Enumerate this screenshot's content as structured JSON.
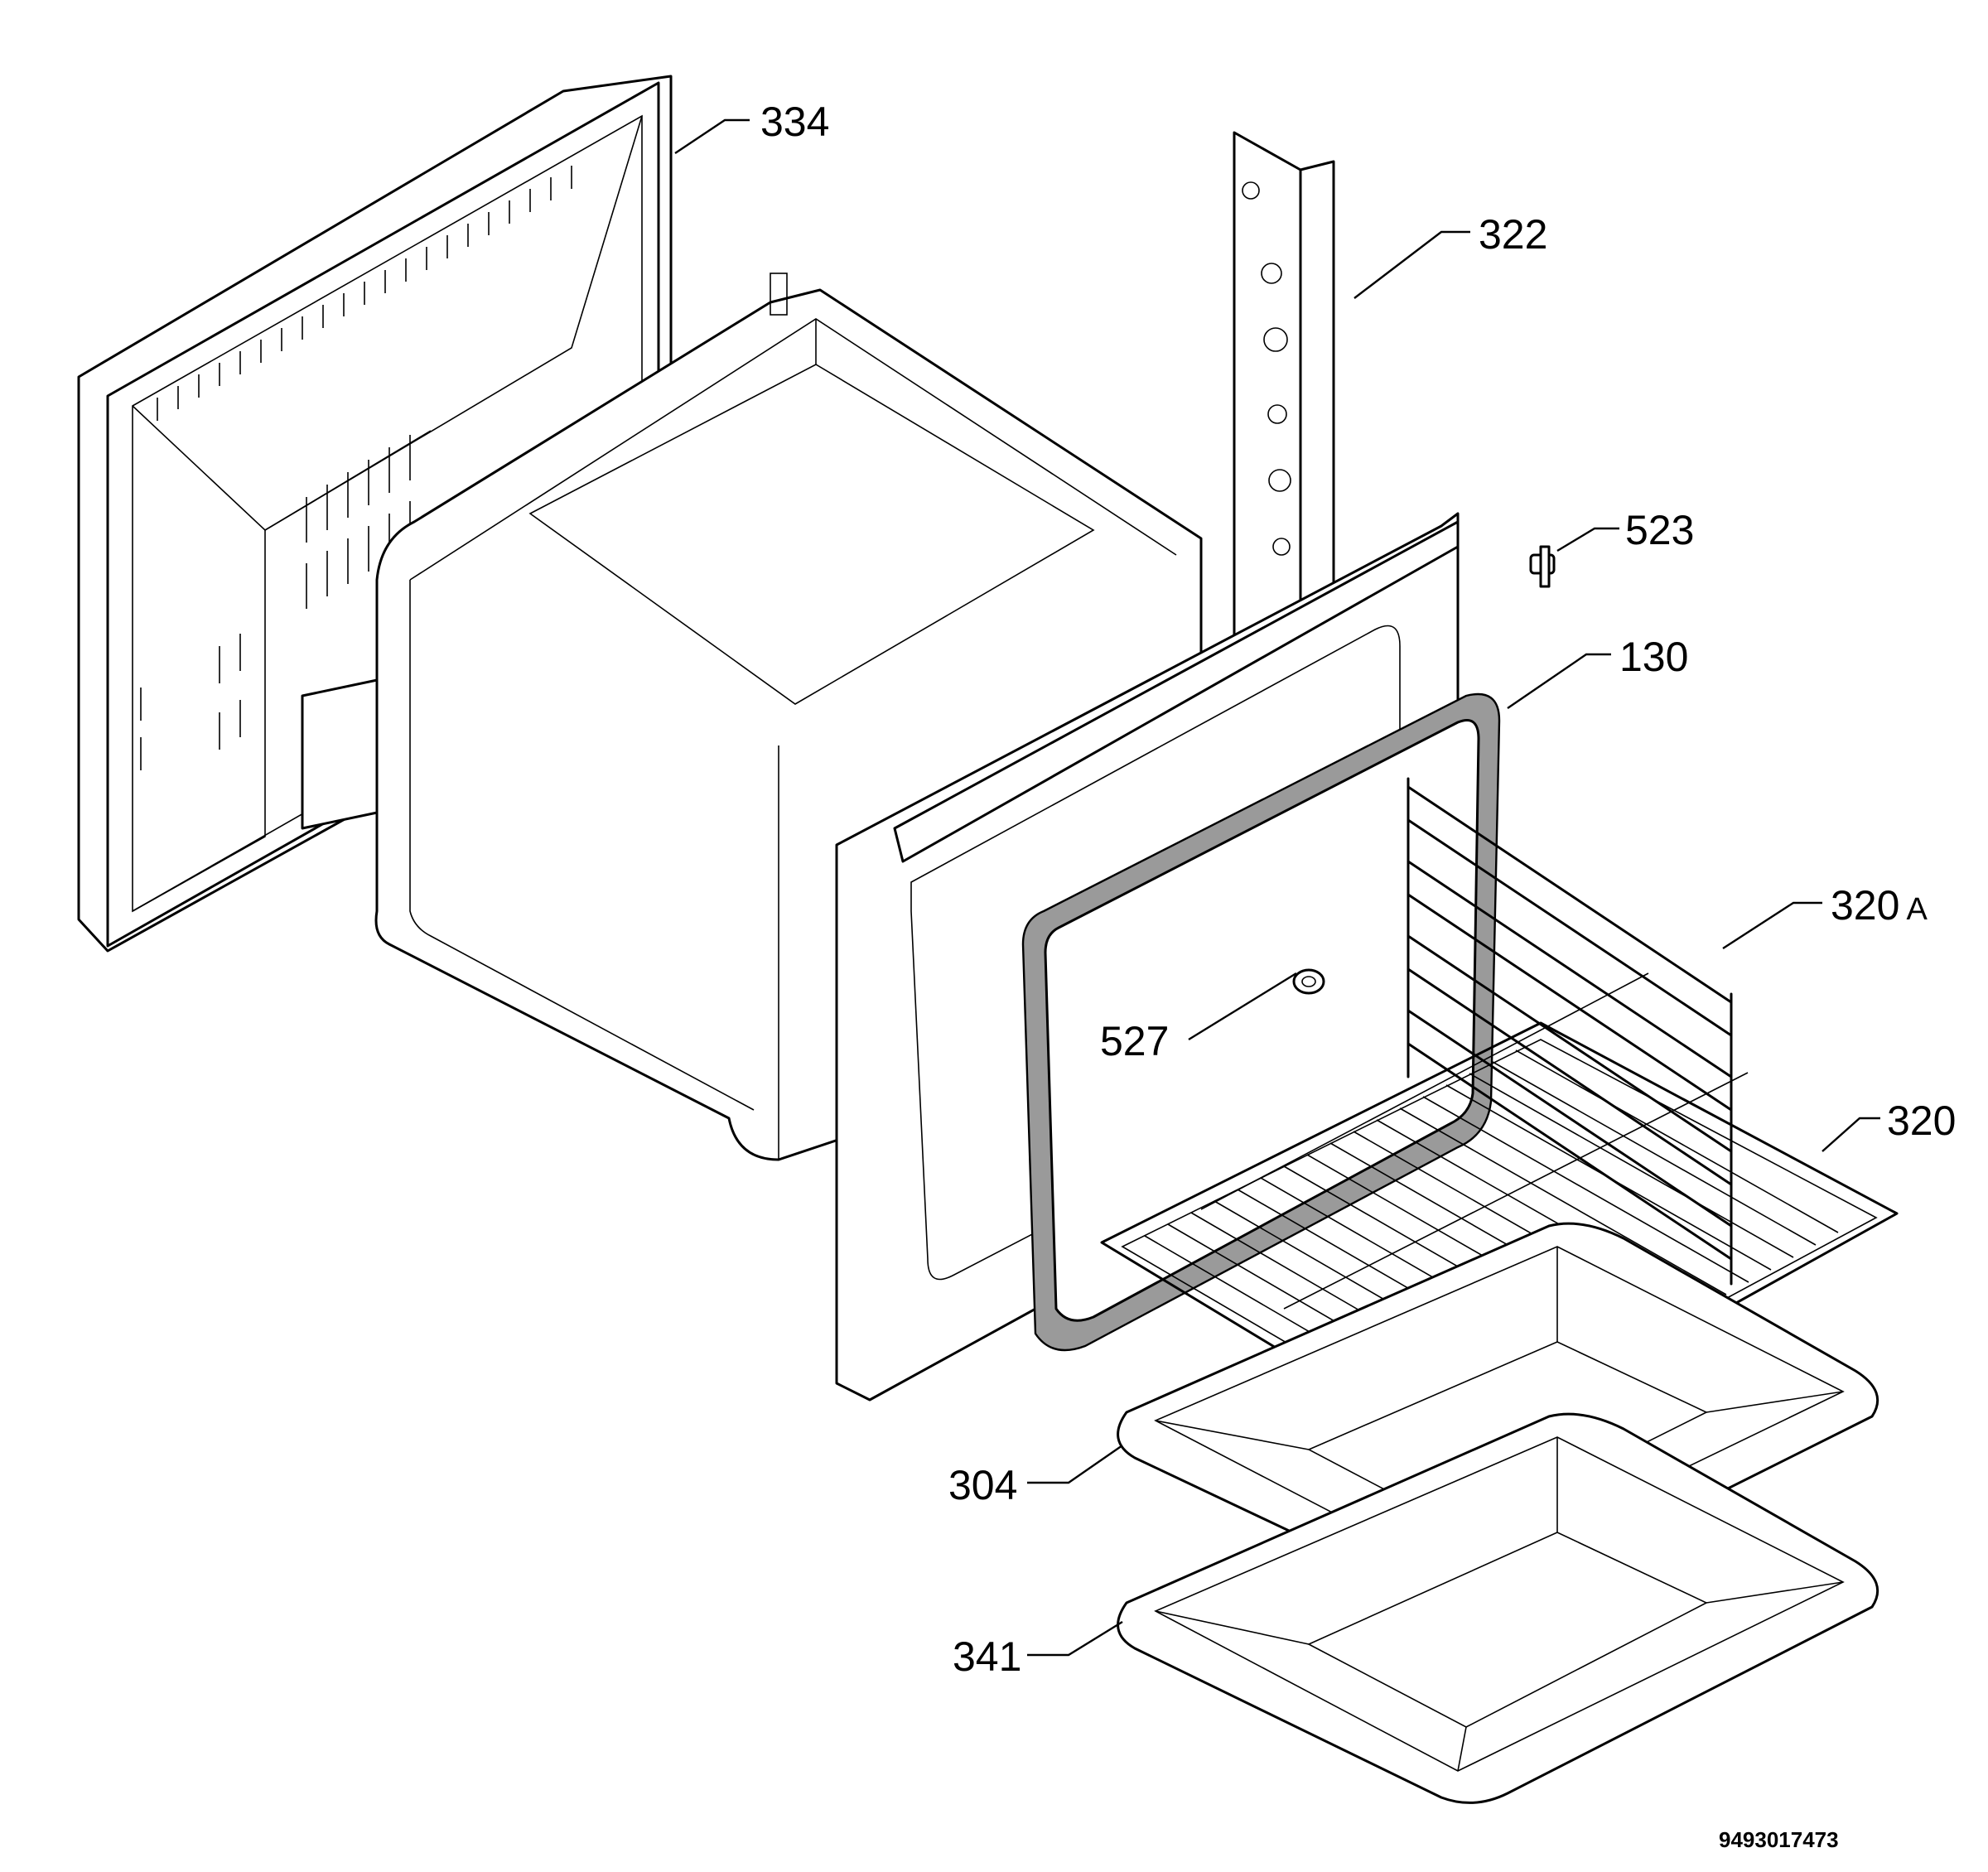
{
  "diagram": {
    "labels": {
      "back_panel": "334",
      "side_rail": "322",
      "screw": "523",
      "door_seal": "130",
      "shelf_support": "320",
      "shelf_support_suffix": "A",
      "wire_shelf": "320",
      "lamp_holder": "527",
      "baking_tray": "304",
      "drip_pan": "341"
    },
    "drawing_code": "9493017473"
  }
}
